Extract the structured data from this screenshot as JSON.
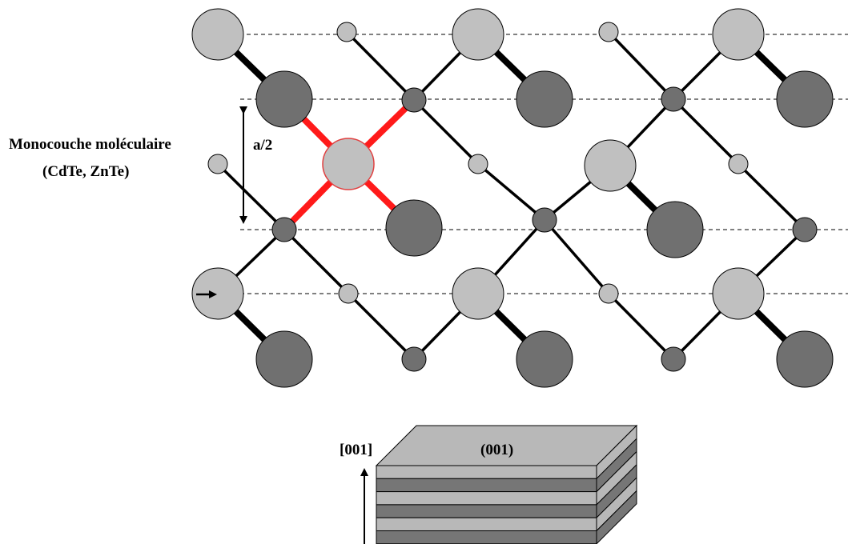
{
  "labels": {
    "monolayer_line1": "Monocouche moléculaire",
    "monolayer_line2": "(CdTe, ZnTe)",
    "spacing": "a/2",
    "direction": "[001]",
    "plane": "(001)"
  },
  "colors": {
    "light_atom": "#c0c0c0",
    "dark_atom": "#707070",
    "highlight_bond": "#ff1a1a",
    "highlight_atom_outline": "#e04040",
    "bond": "#000000",
    "layer_light": "#b8b8b8",
    "layer_dark": "#767676"
  }
}
